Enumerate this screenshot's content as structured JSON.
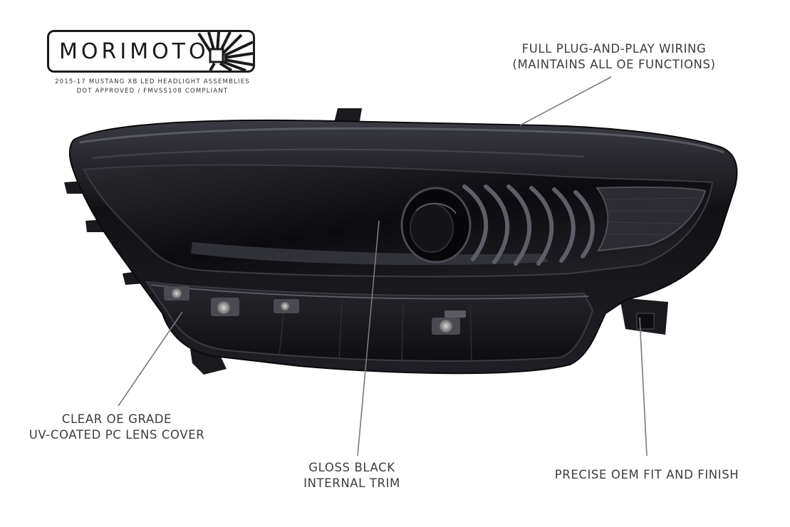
{
  "logo": {
    "brand": "MORIMOTO",
    "subtitle_line1": "2015-17 MUSTANG XB LED HEADLIGHT ASSEMBLIES",
    "subtitle_line2": "DOT APPROVED / FMVSS108 COMPLIANT"
  },
  "callouts": {
    "wiring_line1": "FULL PLUG-AND-PLAY WIRING",
    "wiring_line2": "(MAINTAINS ALL OE FUNCTIONS)",
    "lens_line1": "CLEAR OE GRADE",
    "lens_line2": "UV-COATED PC LENS COVER",
    "trim_line1": "GLOSS BLACK",
    "trim_line2": "INTERNAL TRIM",
    "fit_line1": "PRECISE OEM FIT AND FINISH"
  },
  "colors": {
    "background": "#ffffff",
    "housing": "#141418",
    "leader_line": "#7a7a7a",
    "text": "#3c3c3c"
  },
  "icons": [
    "sun-burst-icon"
  ]
}
